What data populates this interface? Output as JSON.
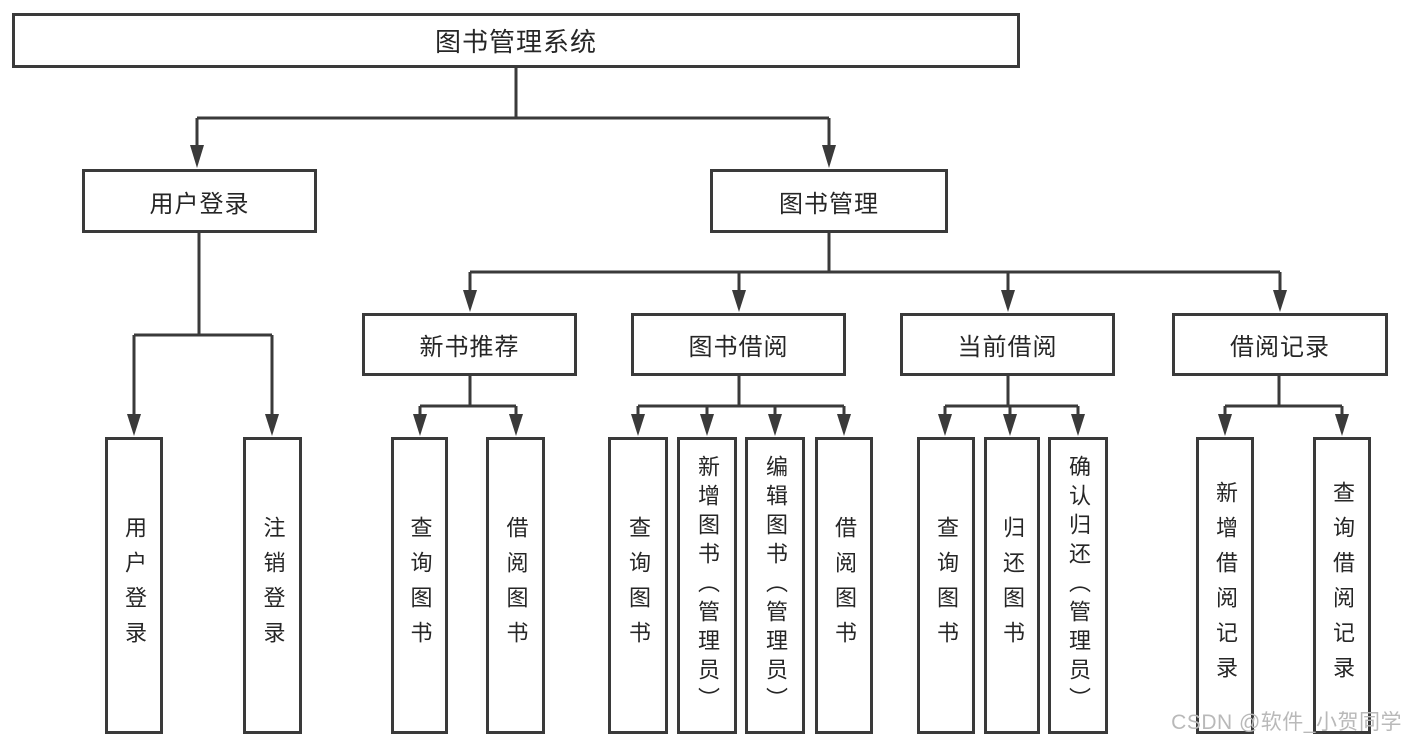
{
  "tree": {
    "root": "图书管理系统",
    "level2": [
      {
        "label": "用户登录"
      },
      {
        "label": "图书管理"
      }
    ],
    "level3": [
      {
        "label": "新书推荐"
      },
      {
        "label": "图书借阅"
      },
      {
        "label": "当前借阅"
      },
      {
        "label": "借阅记录"
      }
    ],
    "leaves": {
      "user_login": [
        "用户登录",
        "注销登录"
      ],
      "new_books": [
        "查询图书",
        "借阅图书"
      ],
      "book_borrow": [
        "查询图书",
        "新增图书（管理员）",
        "编辑图书（管理员）",
        "借阅图书"
      ],
      "current_borrow": [
        "查询图书",
        "归还图书",
        "确认归还（管理员）"
      ],
      "borrow_records": [
        "新增借阅记录",
        "查询借阅记录"
      ]
    }
  },
  "watermark": {
    "text": "CSDN @软件_小贺同学"
  },
  "colors": {
    "line": "#3a3a3a",
    "box_border": "#3a3a3a",
    "text": "#262626",
    "background": "#ffffff",
    "watermark": "#b9b9b9"
  }
}
